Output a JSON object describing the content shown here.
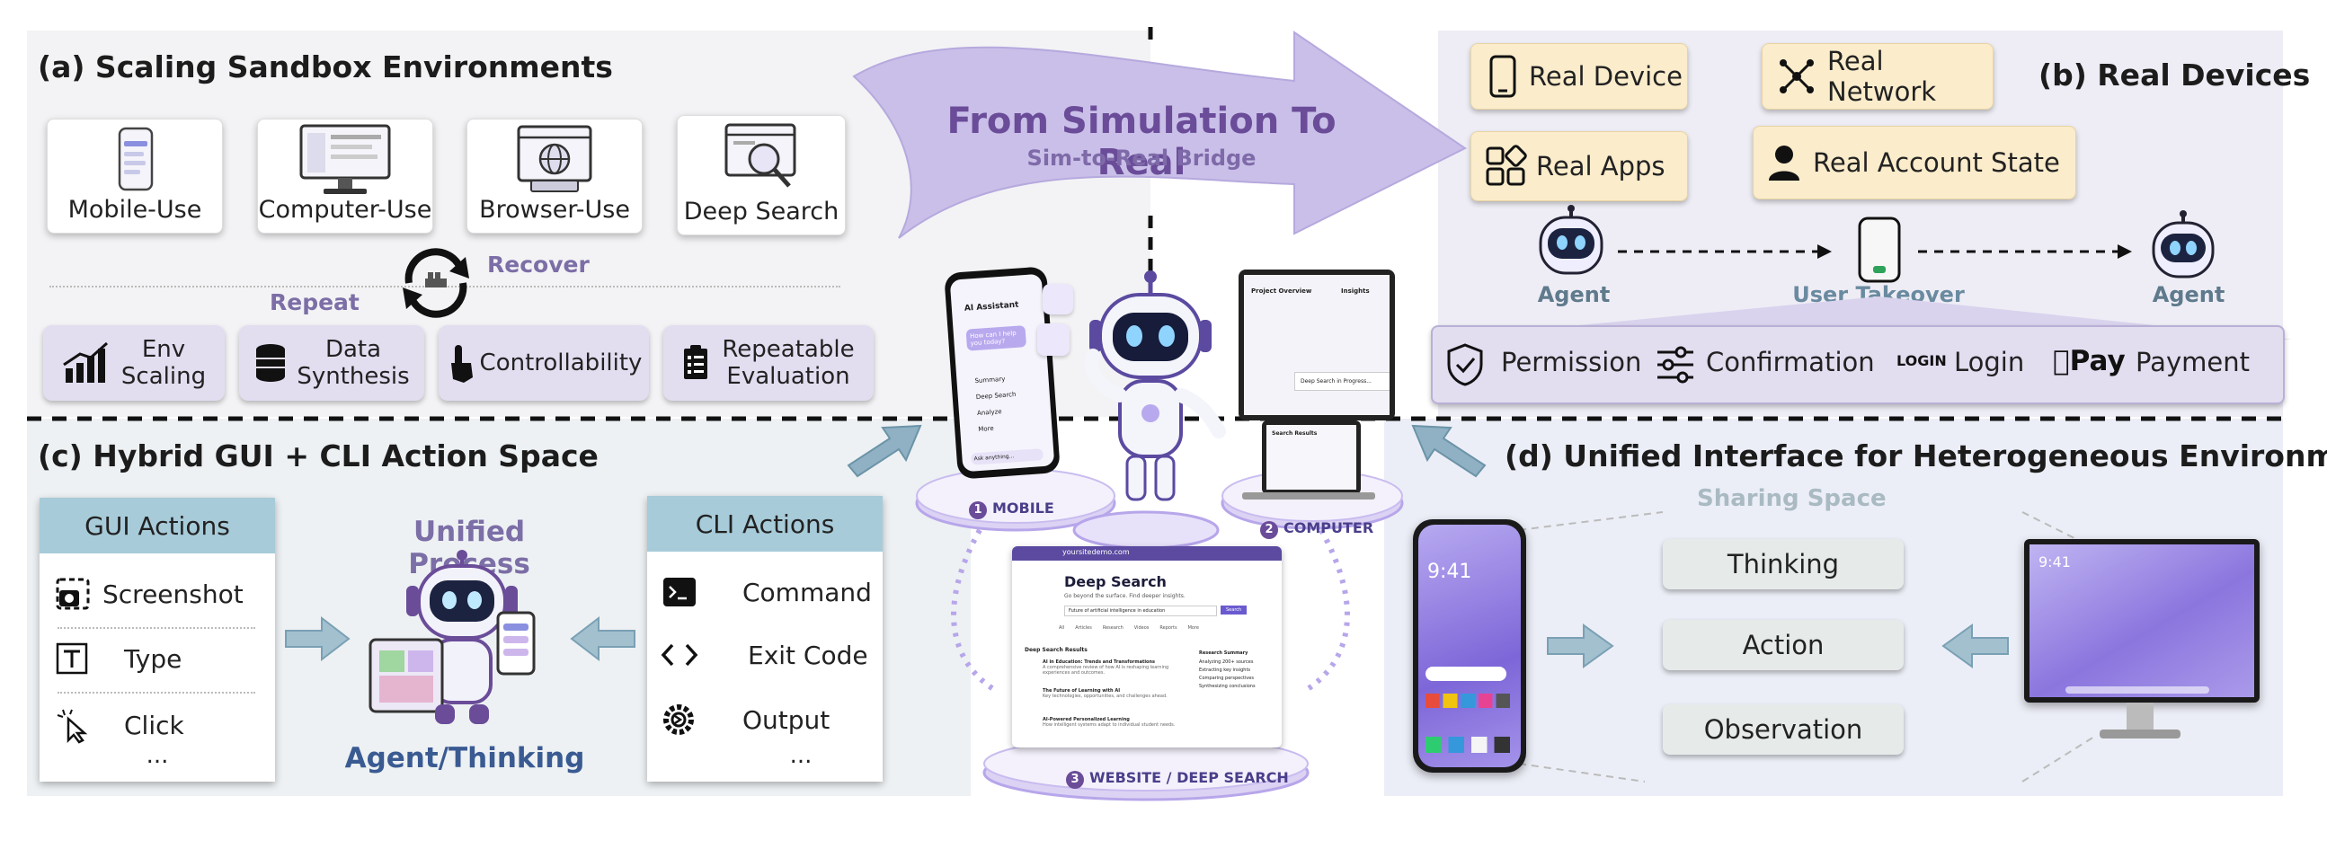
{
  "panel_a": {
    "title": "(a) Scaling Sandbox Environments",
    "cards": [
      "Mobile-Use",
      "Computer-Use",
      "Browser-Use",
      "Deep Search"
    ],
    "recover": "Recover",
    "repeat": "Repeat",
    "features": [
      {
        "line1": "Env",
        "line2": "Scaling"
      },
      {
        "line1": "Data",
        "line2": "Synthesis"
      },
      {
        "line1": "Controllability",
        "line2": ""
      },
      {
        "line1": "Repeatable",
        "line2": "Evaluation"
      }
    ]
  },
  "bridge": {
    "title": "From Simulation To Real",
    "subtitle": "Sim-to-Real Bridge"
  },
  "panel_b": {
    "title": "(b) Real Devices",
    "buttons": [
      "Real Device",
      "Real Network",
      "Real Apps",
      "Real Account State"
    ],
    "agent_left": "Agent",
    "user_takeover": "User Takeover",
    "agent_right": "Agent",
    "bar": [
      "Permission",
      "Confirmation",
      "Login",
      "Payment"
    ],
    "pay_glyph": "Pay",
    "login_glyph": "LOGIN"
  },
  "panel_c": {
    "title": "(c) Hybrid GUI + CLI Action Space",
    "gui": {
      "header": "GUI Actions",
      "items": [
        "Screenshot",
        "Type",
        "Click"
      ],
      "more": "..."
    },
    "cli": {
      "header": "CLI Actions",
      "items": [
        "Command",
        "Exit Code",
        "Output"
      ],
      "more": "..."
    },
    "unified": "Unified Process",
    "agent_thinking": "Agent/Thinking"
  },
  "panel_d": {
    "title": "(d) Unified Interface for Heterogeneous Environments",
    "sharing": "Sharing Space",
    "items": [
      "Thinking",
      "Action",
      "Observation"
    ],
    "phone_time": "9:41",
    "monitor_time": "9:41"
  },
  "center": {
    "mobile": "MOBILE",
    "computer": "COMPUTER",
    "web": "WEBSITE / DEEP SEARCH",
    "n1": "1",
    "n2": "2",
    "n3": "3",
    "assistant": "AI Assistant",
    "bubble": "How can I help you today?",
    "menu": [
      "Summary",
      "Deep Search",
      "Analyze",
      "More"
    ],
    "ask": "Ask anything...",
    "url": "yoursitedemo.com",
    "ds_title": "Deep Search",
    "ds_sub": "Go beyond the surface. Find deeper insights.",
    "ds_query": "Future of artificial intelligence in education",
    "ds_btn": "Search",
    "ds_tabs": [
      "All",
      "Articles",
      "Research",
      "Videos",
      "Reports",
      "More"
    ],
    "ds_results_title": "Deep Search Results",
    "ds_results": [
      {
        "t": "AI in Education: Trends and Transformations",
        "d": "A comprehensive review of how AI is reshaping learning experiences and outcomes."
      },
      {
        "t": "The Future of Learning with AI",
        "d": "Key technologies, opportunities, and challenges ahead."
      },
      {
        "t": "AI-Powered Personalized Learning",
        "d": "How intelligent systems adapt to individual student needs."
      }
    ],
    "rs_title": "Research Summary",
    "rs_items": [
      "Analyzing 200+ sources",
      "Extracting key insights",
      "Comparing perspectives",
      "Synthesizing conclusions"
    ],
    "proj": "Project Overview",
    "insights": "Insights",
    "laptop_title": "Search Results",
    "monitor_popup": "Deep Search in Progress..."
  },
  "colors": {
    "purple": "#6a4c99",
    "lavender": "#c9bfe8",
    "teal_arrow": "#8fb1c3",
    "panel_bg": "#f3f3f5",
    "panel_bg2": "#ecf0f2",
    "panel_bg3": "#eceef7"
  }
}
